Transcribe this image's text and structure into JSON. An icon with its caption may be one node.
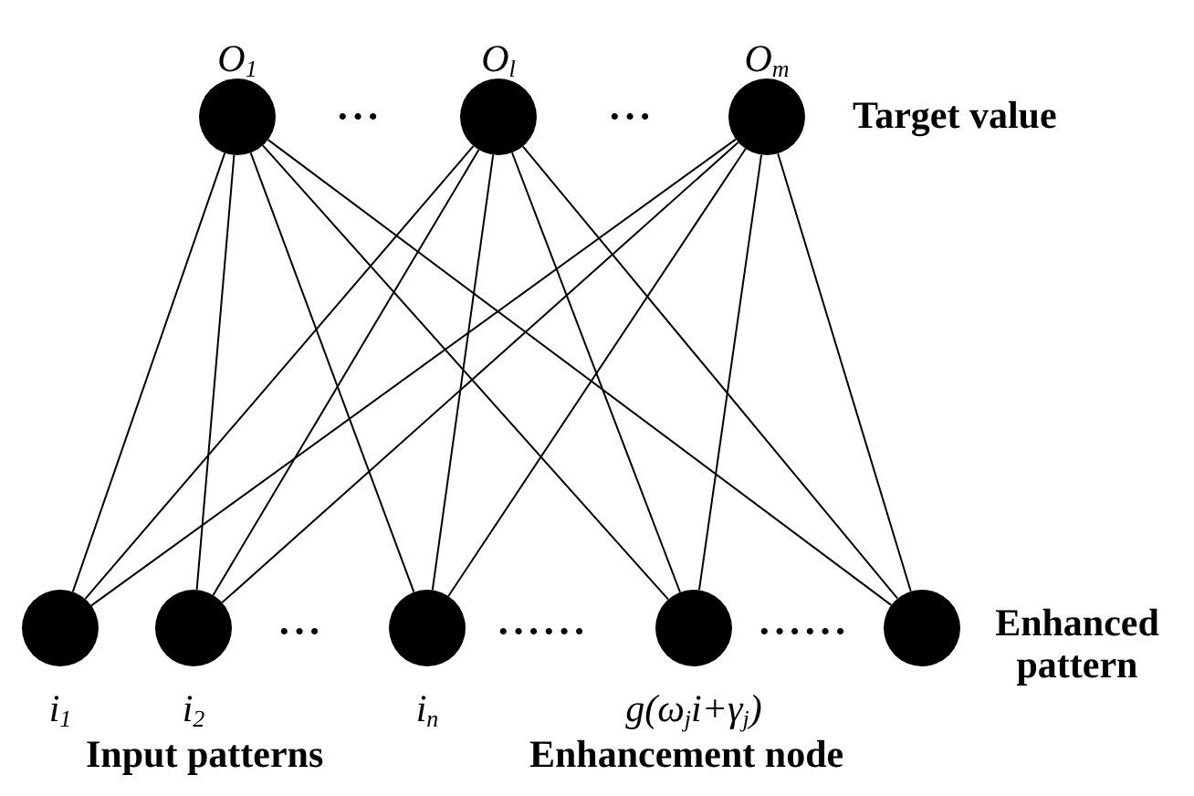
{
  "diagram": {
    "nodes": [
      {
        "text": [],
        "shape": "circle",
        "beside": [
          "O$_{1}$"
        ]
      },
      {
        "text": [],
        "shape": "circle",
        "beside": [
          "O$_{l}$"
        ]
      },
      {
        "text": [],
        "shape": "circle",
        "beside": [
          "O$_{m}$"
        ]
      },
      {
        "text": [],
        "shape": "circle",
        "beside": [
          "i$_{1}$"
        ]
      },
      {
        "text": [],
        "shape": "circle",
        "beside": [
          "i$_{2}$"
        ]
      },
      {
        "text": [],
        "shape": "circle",
        "beside": [
          "i$_{n}$"
        ]
      },
      {
        "text": [],
        "shape": "circle",
        "beside": [
          "g(ω$_{j}$i+γ$_{j}$)"
        ]
      },
      {
        "text": [],
        "shape": "circle"
      }
    ],
    "edges": [
      {
        "from": 3,
        "to": 0,
        "arrow": "none"
      },
      {
        "from": 3,
        "to": 1,
        "arrow": "none"
      },
      {
        "from": 3,
        "to": 2,
        "arrow": "none"
      },
      {
        "from": 4,
        "to": 0,
        "arrow": "none"
      },
      {
        "from": 4,
        "to": 1,
        "arrow": "none"
      },
      {
        "from": 4,
        "to": 2,
        "arrow": "none"
      },
      {
        "from": 5,
        "to": 0,
        "arrow": "none"
      },
      {
        "from": 5,
        "to": 1,
        "arrow": "none"
      },
      {
        "from": 5,
        "to": 2,
        "arrow": "none"
      },
      {
        "from": 6,
        "to": 0,
        "arrow": "none"
      },
      {
        "from": 6,
        "to": 1,
        "arrow": "none"
      },
      {
        "from": 6,
        "to": 2,
        "arrow": "none"
      },
      {
        "from": 7,
        "to": 0,
        "arrow": "none"
      },
      {
        "from": 7,
        "to": 1,
        "arrow": "none"
      },
      {
        "from": 7,
        "to": 2,
        "arrow": "none"
      }
    ],
    "labels": [
      "···",
      "···",
      "Target value",
      "···",
      "······",
      "······",
      "Enhanced pattern",
      "Input patterns",
      "Enhancement node"
    ]
  }
}
